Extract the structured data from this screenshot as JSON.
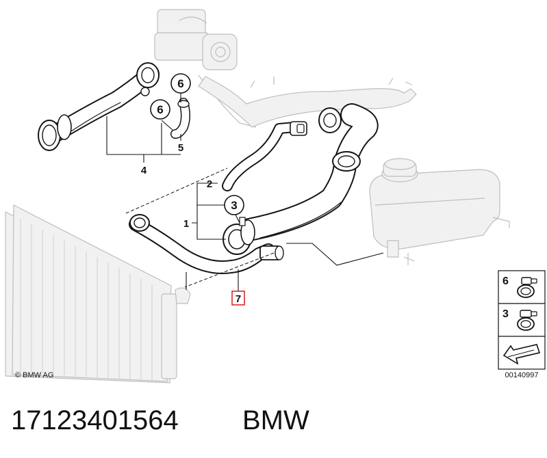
{
  "callouts": {
    "c1": "1",
    "c2": "2",
    "c3": "3",
    "c4": "4",
    "c5": "5",
    "c6a": "6",
    "c6b": "6",
    "c7": "7"
  },
  "legend": {
    "item_top": "6",
    "item_bottom": "3",
    "diagram_id": "00140997"
  },
  "copyright": "© BMW AG",
  "footer": {
    "part_number": "17123401564",
    "brand": "BMW"
  },
  "colors": {
    "highlight": "#e0262a",
    "line": "#151515",
    "ghost": "#bdbdbd"
  }
}
